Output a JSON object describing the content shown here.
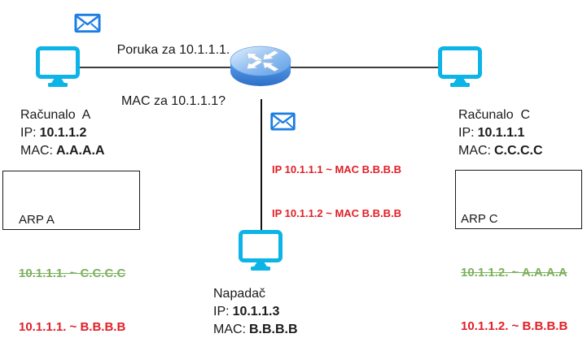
{
  "diagram_title": "ARP spoofing network diagram",
  "colors": {
    "monitor_cyan": "#0db4e7",
    "envelope_blue": "#1b7de2",
    "alert_red": "#e21e26",
    "old_entry_green": "#7cb05c",
    "line_gray": "#3c3c3c",
    "router_blue_top": "#9cc4f2",
    "router_blue_body": "#3d82d6"
  },
  "icons": {
    "monitor": "monitor-icon",
    "router": "router-icon",
    "envelope": "envelope-icon"
  },
  "arp_request": {
    "line1": "Poruka za 10.1.1.1.",
    "line2": "MAC za 10.1.1.1?"
  },
  "arp_reply": {
    "line1": "IP 10.1.1.1 ~ MAC B.B.B.B",
    "line2": "IP 10.1.1.2 ~ MAC B.B.B.B"
  },
  "computer_a": {
    "name": "Računalo  A",
    "ip_label": "IP:",
    "ip_value": "10.1.1.2",
    "mac_label": "MAC:",
    "mac_value": "A.A.A.A"
  },
  "computer_c": {
    "name": "Računalo  C",
    "ip_label": "IP:",
    "ip_value": "10.1.1.1",
    "mac_label": "MAC:",
    "mac_value": "C.C.C.C"
  },
  "attacker": {
    "name": "Napadač",
    "ip_label": "IP:",
    "ip_value": "10.1.1.3",
    "mac_label": "MAC:",
    "mac_value": "B.B.B.B"
  },
  "arp_table_a": {
    "title": "ARP A",
    "old_entry": "10.1.1.1. ~ C.C.C.C",
    "new_entry": "10.1.1.1. ~ B.B.B.B"
  },
  "arp_table_c": {
    "title": "ARP C",
    "old_entry": "10.1.1.2. ~ A.A.A.A",
    "new_entry": "10.1.1.2. ~ B.B.B.B"
  }
}
